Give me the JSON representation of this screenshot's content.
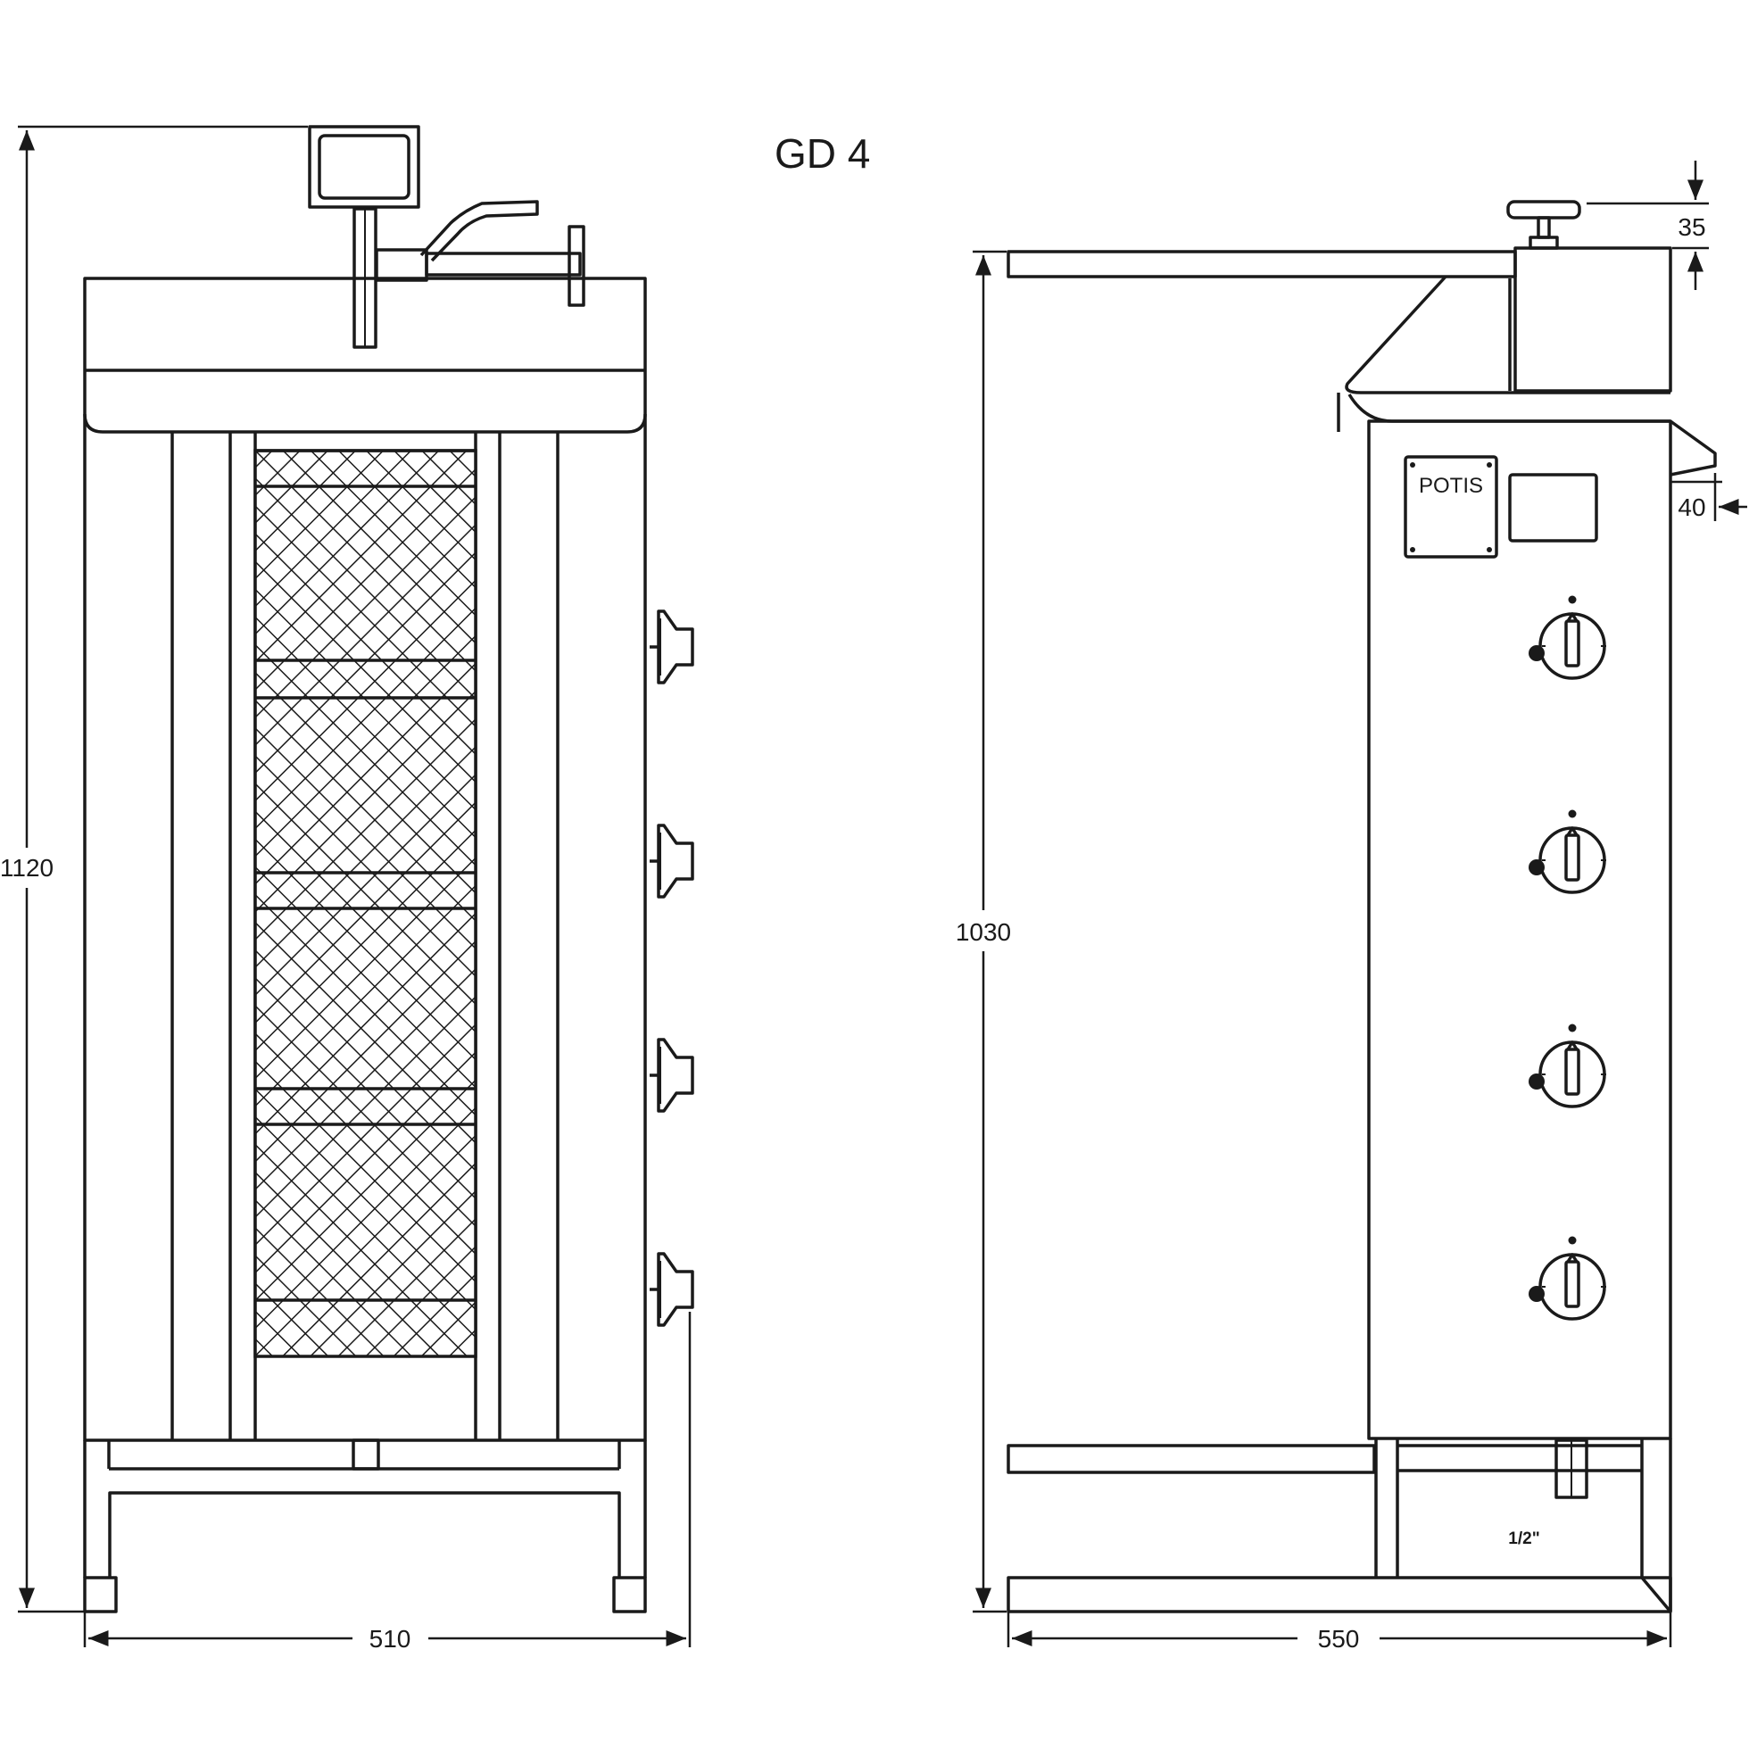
{
  "title": "GD 4",
  "front_view": {
    "height_label": "1120",
    "width_label": "510"
  },
  "side_view": {
    "height_label": "1030",
    "depth_label": "550",
    "top_offset_label": "35",
    "front_offset_label": "40",
    "brand_plate": "POTIS",
    "gas_connection_label": "1/2\"",
    "knob_count": 4
  }
}
